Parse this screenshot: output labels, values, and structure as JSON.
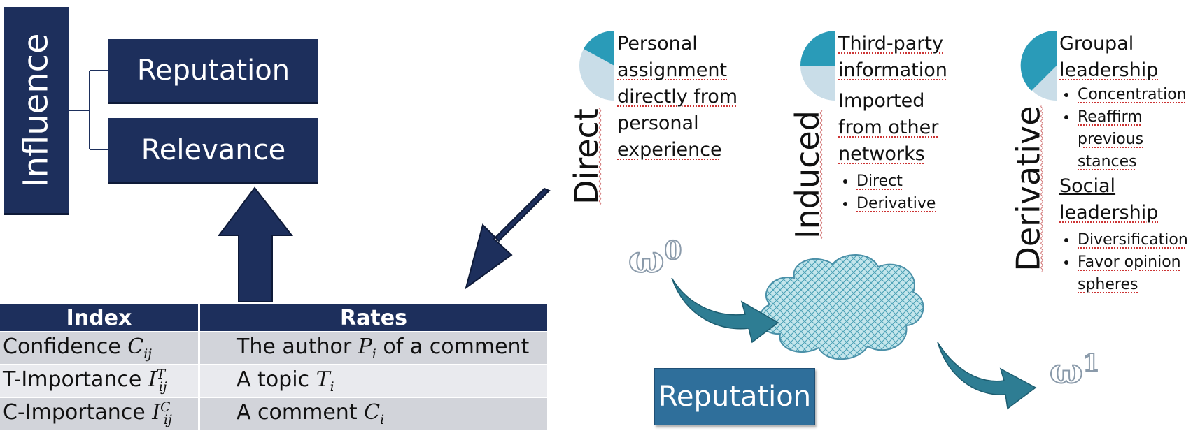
{
  "left": {
    "influence": "Influence",
    "reputation": "Reputation",
    "relevance": "Relevance"
  },
  "table": {
    "headers": [
      "Index",
      "Rates"
    ],
    "rows": [
      {
        "index_text": "Confidence ",
        "index_sym": "C",
        "index_sub": "ij",
        "index_sup": "",
        "rate_text": "The author ",
        "rate_sym": "P",
        "rate_sub": "i",
        "rate_suffix": " of a comment"
      },
      {
        "index_text": "T-Importance ",
        "index_sym": "I",
        "index_sub": "ij",
        "index_sup": "T",
        "rate_text": "A topic ",
        "rate_sym": "T",
        "rate_sub": "i",
        "rate_suffix": ""
      },
      {
        "index_text": "C-Importance ",
        "index_sym": "I",
        "index_sub": "ij",
        "index_sup": "C",
        "rate_text": "A comment ",
        "rate_sym": "C",
        "rate_sub": "i",
        "rate_suffix": ""
      }
    ]
  },
  "direct": {
    "label": "Direct",
    "lines": [
      "Personal",
      "assignment",
      "directly from",
      "personal",
      "experience"
    ]
  },
  "induced": {
    "label": "Induced",
    "title": [
      "Third-party",
      "information"
    ],
    "lines": [
      "Imported",
      "from other",
      "networks"
    ],
    "bullets": [
      "Direct",
      "Derivative"
    ]
  },
  "derivative": {
    "label": "Derivative",
    "title": [
      "Groupal",
      "leadership"
    ],
    "bullets1": [
      "Concentration",
      "Reaffirm previous stances"
    ],
    "title2": [
      "Social",
      "leadership"
    ],
    "bullets2": [
      "Diversification",
      "Favor opinion spheres"
    ]
  },
  "omega0": {
    "symbol": "ω",
    "exp": "0"
  },
  "omega1": {
    "symbol": "ω",
    "exp": "1"
  },
  "reputation_button": "Reputation",
  "colors": {
    "navy": "#1d2f5c",
    "teal": "#2a9bb8",
    "pale": "#c9dde8",
    "button": "#2f6f9b"
  }
}
